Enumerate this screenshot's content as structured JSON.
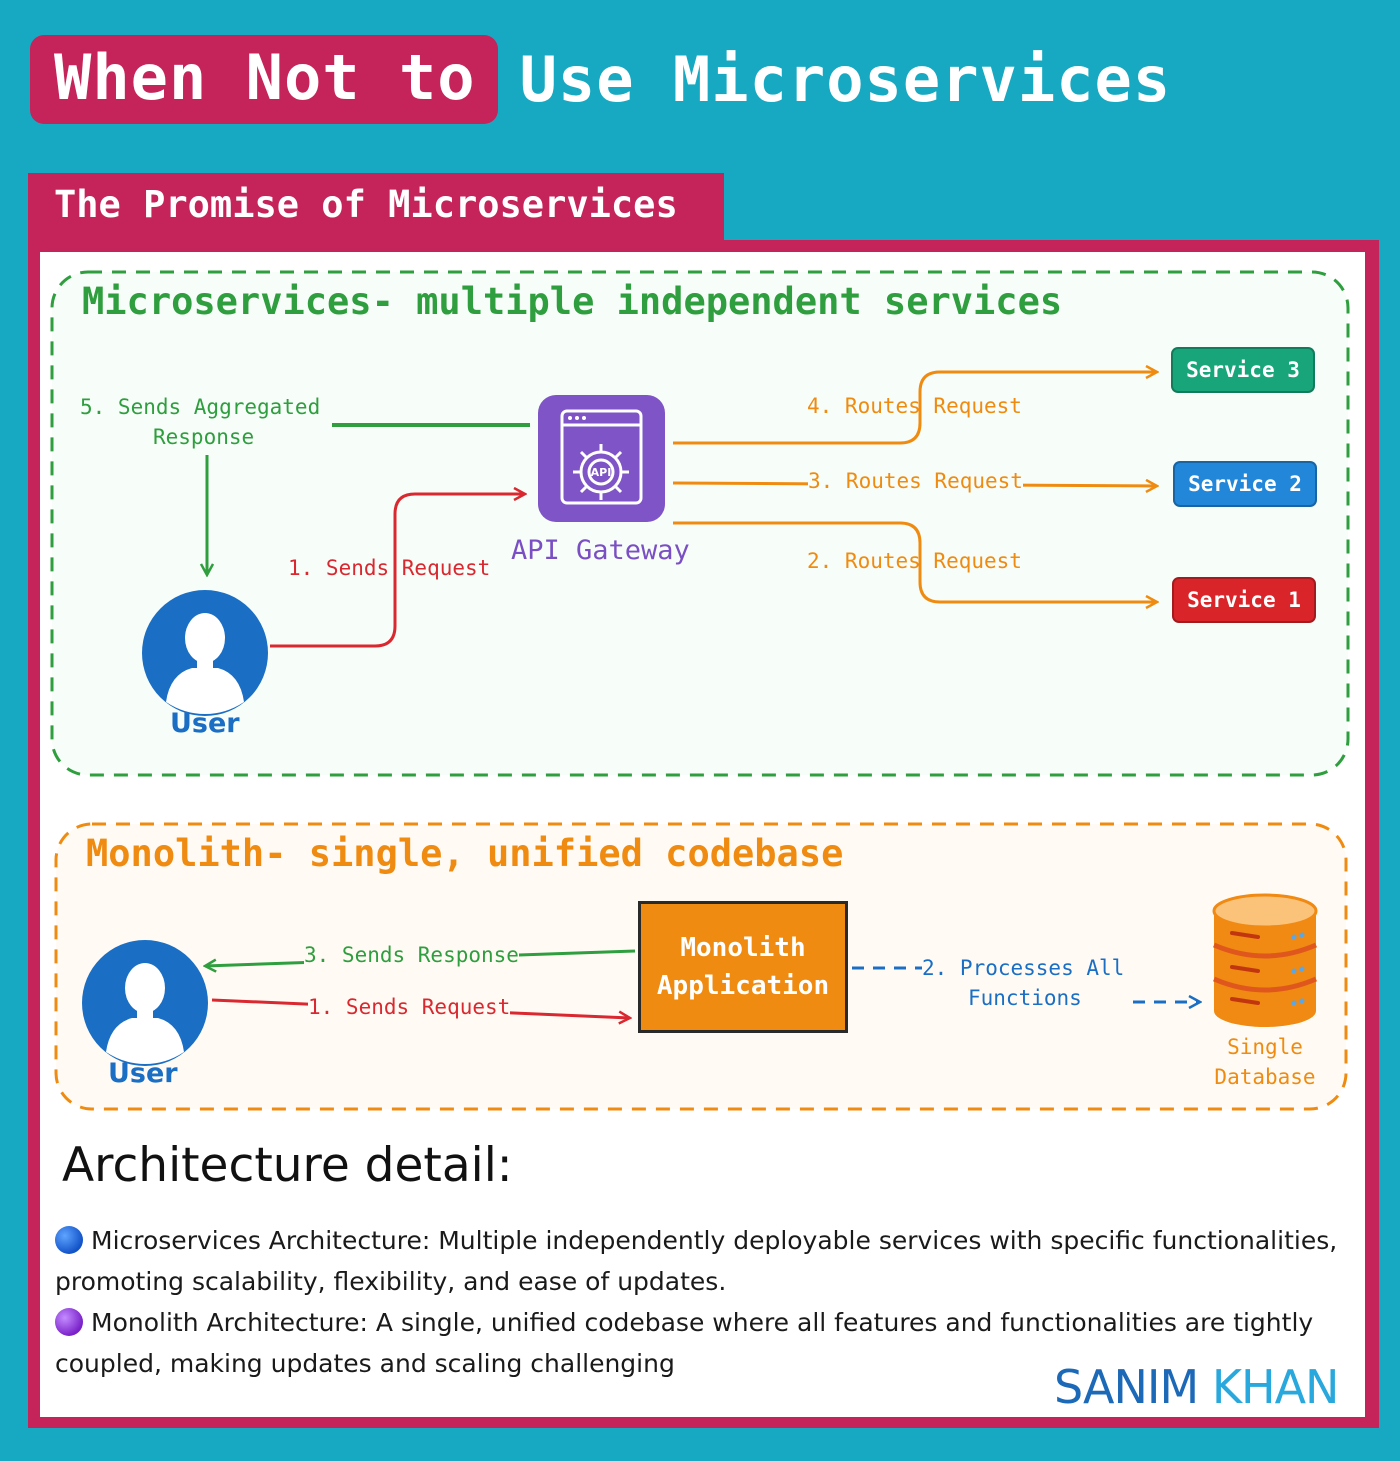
{
  "header": {
    "title_highlight": "When Not to",
    "title_rest": "Use Microservices",
    "section_tab": "The Promise of Microservices"
  },
  "microservices": {
    "title": "Microservices- multiple independent services",
    "user_label": "User",
    "gateway_label": "API Gateway",
    "gateway_icon_text": "API",
    "step1": "1. Sends Request",
    "step2": "2. Routes Request",
    "step3": "3. Routes Request",
    "step4": "4. Routes Request",
    "step5_line1": "5. Sends Aggregated",
    "step5_line2": "Response",
    "service1": "Service 1",
    "service2": "Service 2",
    "service3": "Service 3"
  },
  "monolith": {
    "title": "Monolith- single, unified codebase",
    "user_label": "User",
    "app_line1": "Monolith",
    "app_line2": "Application",
    "step1": "1. Sends Request",
    "step2_line1": "2. Processes All",
    "step2_line2": "Functions",
    "step3": "3. Sends Response",
    "db_line1": "Single",
    "db_line2": "Database"
  },
  "architecture": {
    "title": "Architecture detail:",
    "item1": "Microservices Architecture: Multiple independently deployable services with specific functionalities, promoting scalability, flexibility, and ease of updates.",
    "item2": "Monolith Architecture: A single, unified codebase where all features and functionalities are tightly coupled, making updates and scaling challenging"
  },
  "brand": {
    "part1": "SANIM",
    "part2": "KHAN"
  },
  "colors": {
    "background": "#17a9c1",
    "accent": "#c4245a",
    "green": "#2e9e3e",
    "orange": "#ef8b10",
    "red": "#d9282f",
    "blue": "#1a6ec4",
    "purple": "#7e54c6"
  }
}
